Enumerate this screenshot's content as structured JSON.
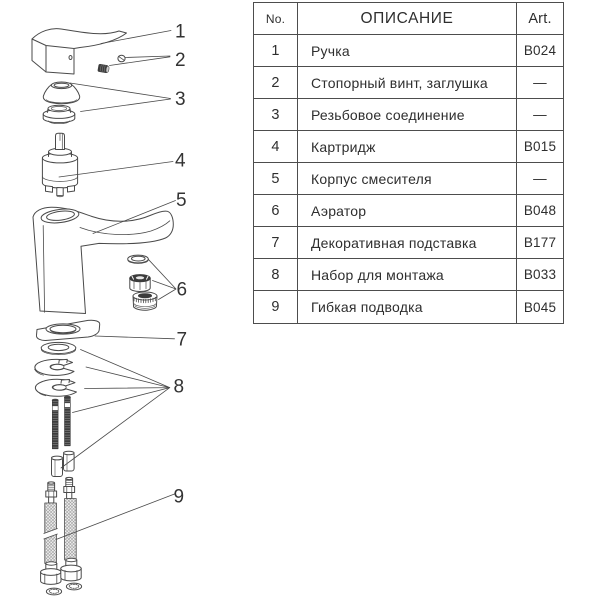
{
  "page": {
    "background": "#ffffff"
  },
  "colors": {
    "line": "#4a4a4a",
    "dark_part": "#3c3c3c",
    "text": "#2e2e2e",
    "table_border": "#4d4d4d"
  },
  "table": {
    "headers": {
      "no": "No.",
      "description": "ОПИСАНИЕ",
      "art": "Art."
    },
    "rows": [
      {
        "no": "1",
        "description": "Ручка",
        "art": "B024"
      },
      {
        "no": "2",
        "description": "Стопорный винт, заглушка",
        "art": "—"
      },
      {
        "no": "3",
        "description": "Резьбовое соединение",
        "art": "—"
      },
      {
        "no": "4",
        "description": "Картридж",
        "art": "B015"
      },
      {
        "no": "5",
        "description": "Корпус смесителя",
        "art": "—"
      },
      {
        "no": "6",
        "description": "Аэратор",
        "art": "B048"
      },
      {
        "no": "7",
        "description": "Декоративная подставка",
        "art": "B177"
      },
      {
        "no": "8",
        "description": "Набор для монтажа",
        "art": "B033"
      },
      {
        "no": "9",
        "description": "Гибкая подводка",
        "art": "B045"
      }
    ]
  },
  "diagram": {
    "callouts": [
      {
        "label": "1",
        "part": "handle"
      },
      {
        "label": "2",
        "part": "set-screw-and-plug"
      },
      {
        "label": "3",
        "part": "threaded-connection"
      },
      {
        "label": "4",
        "part": "cartridge"
      },
      {
        "label": "5",
        "part": "mixer-body"
      },
      {
        "label": "6",
        "part": "aerator"
      },
      {
        "label": "7",
        "part": "decorative-base-plate"
      },
      {
        "label": "8",
        "part": "mounting-kit"
      },
      {
        "label": "9",
        "part": "flexible-hoses"
      }
    ]
  }
}
